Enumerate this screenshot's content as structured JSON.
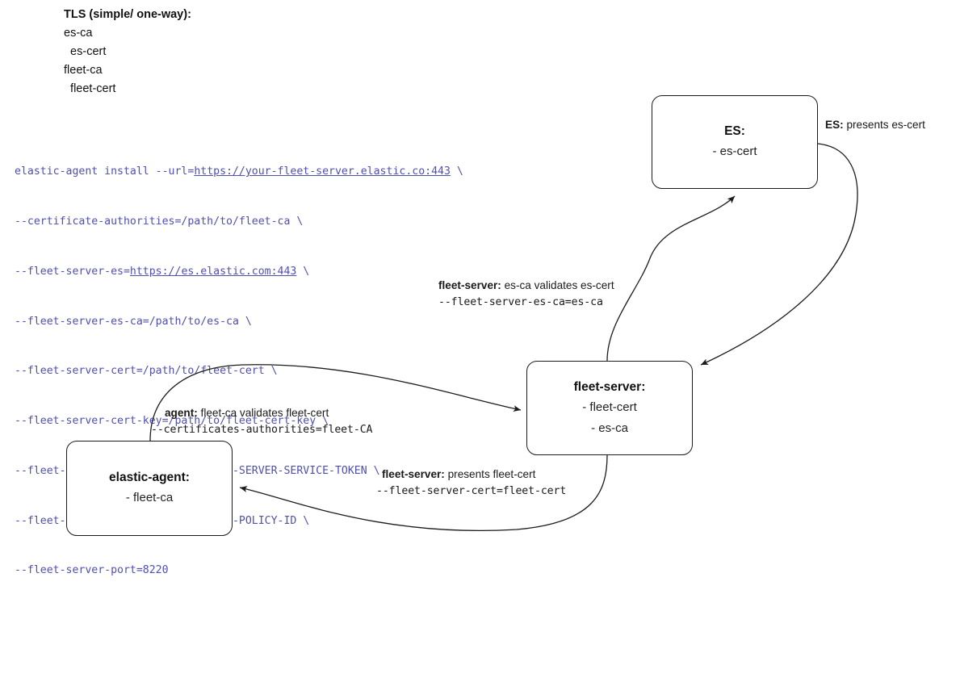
{
  "diagram": {
    "title_note": {
      "heading": "TLS (simple/ one-way):",
      "lines": [
        "es-ca",
        "  es-cert",
        "fleet-ca",
        "  fleet-cert"
      ]
    },
    "command": {
      "lines": [
        {
          "pre": "elastic-agent install --url=",
          "url": "https://your-fleet-server.elastic.co:443",
          "post": " \\"
        },
        {
          "pre": "--certificate-authorities=/path/to/fleet-ca \\",
          "url": "",
          "post": ""
        },
        {
          "pre": "--fleet-server-es=",
          "url": "https://es.elastic.com:443",
          "post": " \\"
        },
        {
          "pre": "--fleet-server-es-ca=/path/to/es-ca \\",
          "url": "",
          "post": ""
        },
        {
          "pre": "--fleet-server-cert=/path/to/fleet-cert \\",
          "url": "",
          "post": ""
        },
        {
          "pre": "--fleet-server-cert-key=/path/to/fleet-cert-key \\",
          "url": "",
          "post": ""
        },
        {
          "pre": "--fleet-server-service-token=FLEET-SERVER-SERVICE-TOKEN \\",
          "url": "",
          "post": ""
        },
        {
          "pre": "--fleet-server-policy=FLEET-SERVER-POLICY-ID \\",
          "url": "",
          "post": ""
        },
        {
          "pre": "--fleet-server-port=8220",
          "url": "",
          "post": ""
        }
      ],
      "color": "#4f4fb4"
    },
    "nodes": {
      "es": {
        "title": "ES:",
        "lines": [
          "- es-cert"
        ]
      },
      "fleet": {
        "title": "fleet-server:",
        "lines": [
          "- fleet-cert",
          "- es-ca"
        ]
      },
      "agent": {
        "title": "elastic-agent:",
        "lines": [
          "- fleet-ca"
        ]
      }
    },
    "edge_labels": {
      "es_presents": {
        "strong": "ES:",
        "text": " presents es-cert",
        "mono": ""
      },
      "fs_validates": {
        "strong": "fleet-server:",
        "text": " es-ca validates es-cert",
        "mono": "--fleet-server-es-ca=es-ca"
      },
      "agent_validates": {
        "strong": "agent:",
        "text": " fleet-ca validates fleet-cert",
        "mono": "--certificates-authorities=fleet-CA"
      },
      "fs_presents": {
        "strong": "fleet-server:",
        "text": " presents fleet-cert",
        "mono": "--fleet-server-cert=fleet-cert"
      }
    },
    "colors": {
      "stroke": "#1b1b1b",
      "command_text": "#4f4fb4",
      "text": "#1a1a1a"
    }
  }
}
